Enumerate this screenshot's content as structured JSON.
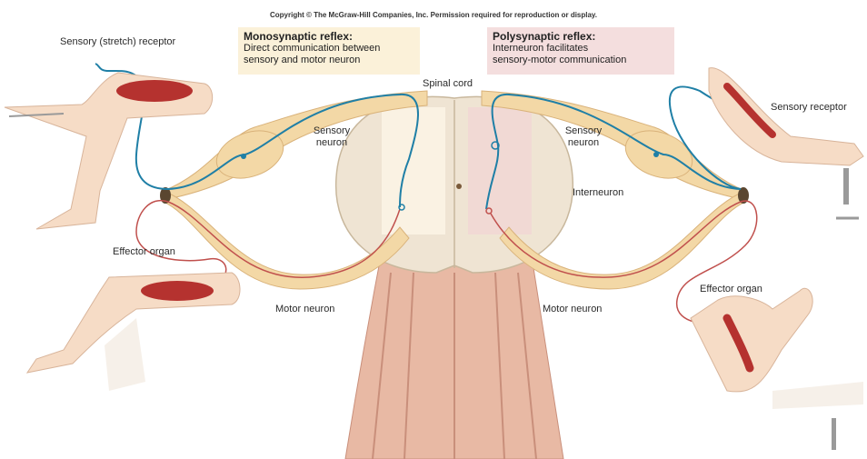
{
  "copyright": "Copyright © The McGraw-Hill Companies, Inc. Permission required for reproduction or display.",
  "mono_box": {
    "title": "Monosynaptic reflex:",
    "line1": "Direct communication between",
    "line2": "sensory and motor neuron",
    "color": "#fbf1d9"
  },
  "poly_box": {
    "title": "Polysynaptic reflex:",
    "line1": "Interneuron facilitates",
    "line2": "sensory-motor communication",
    "color": "#f4dede"
  },
  "labels": {
    "sensory_stretch_receptor": "Sensory (stretch) receptor",
    "spinal_cord": "Spinal cord",
    "sensory_neuron_left_1": "Sensory",
    "sensory_neuron_left_2": "neuron",
    "sensory_neuron_right_1": "Sensory",
    "sensory_neuron_right_2": "neuron",
    "sensory_receptor": "Sensory receptor",
    "interneuron": "Interneuron",
    "effector_organ_left": "Effector organ",
    "effector_organ_right": "Effector organ",
    "motor_neuron_left": "Motor neuron",
    "motor_neuron_right": "Motor neuron"
  },
  "colors": {
    "nerve": "#f3d8a6",
    "nerve_outline": "#d9b27a",
    "sensory_line": "#1f7fa6",
    "motor_line": "#c0504d",
    "skin": "#f6dcc6",
    "muscle": "#b5322f",
    "spinal_cord": "#efe4d3"
  }
}
